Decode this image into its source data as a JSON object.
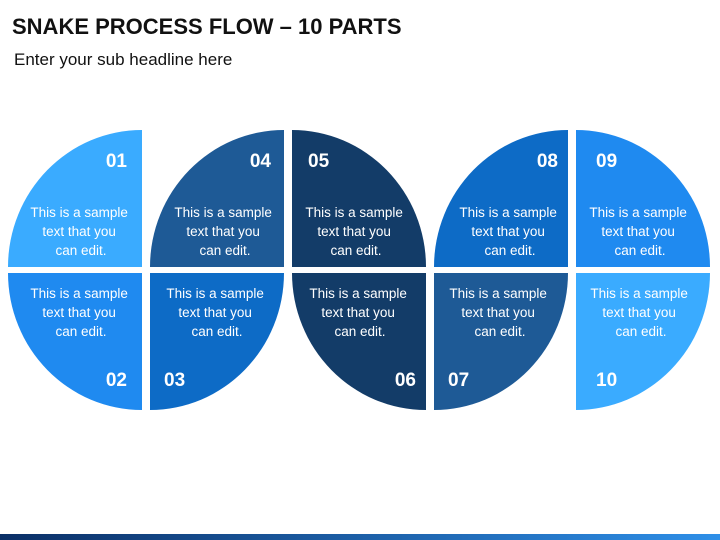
{
  "title": "SNAKE PROCESS FLOW – 10 PARTS",
  "subtitle": "Enter your sub headline here",
  "colors": {
    "light_blue": "#3AABFF",
    "medium_blue": "#1F8AF0",
    "strong_blue": "#0D6BC6",
    "steel_blue": "#1E5A96",
    "dark_navy": "#133C68",
    "bar_start": "#0B2F66",
    "bar_end": "#2E8FE8"
  },
  "steps": [
    {
      "number": "01",
      "lines": [
        "This is a sample",
        "text that you",
        "can edit."
      ],
      "color": "#3AABFF"
    },
    {
      "number": "02",
      "lines": [
        "This is a sample",
        "text that you",
        "can edit."
      ],
      "color": "#1F8AF0"
    },
    {
      "number": "03",
      "lines": [
        "This is a sample",
        "text that you",
        "can edit."
      ],
      "color": "#0D6BC6"
    },
    {
      "number": "04",
      "lines": [
        "This is a sample",
        "text that you",
        "can edit."
      ],
      "color": "#1E5A96"
    },
    {
      "number": "05",
      "lines": [
        "This is a sample",
        "text that you",
        "can edit."
      ],
      "color": "#133C68"
    },
    {
      "number": "06",
      "lines": [
        "This is a sample",
        "text that you",
        "can edit."
      ],
      "color": "#133C68"
    },
    {
      "number": "07",
      "lines": [
        "This is a sample",
        "text that you",
        "can edit."
      ],
      "color": "#1E5A96"
    },
    {
      "number": "08",
      "lines": [
        "This is a sample",
        "text that you",
        "can edit."
      ],
      "color": "#0D6BC6"
    },
    {
      "number": "09",
      "lines": [
        "This is a sample",
        "text that you",
        "can edit."
      ],
      "color": "#1F8AF0"
    },
    {
      "number": "10",
      "lines": [
        "This is a sample",
        "text that you",
        "can edit."
      ],
      "color": "#3AABFF"
    }
  ]
}
